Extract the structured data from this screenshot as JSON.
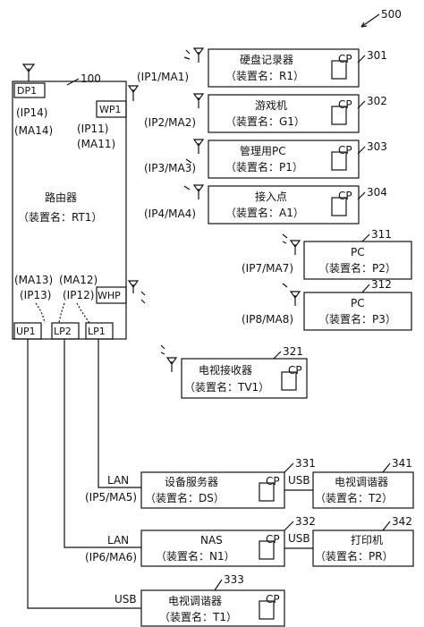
{
  "figure_number": "500",
  "router": {
    "ref": "100",
    "name": "路由器",
    "device_name": "（装置名：RT1）",
    "port_dp": "DP1",
    "port_wp": "WP1",
    "port_whp": "WHP",
    "ports_bottom": [
      "UP1",
      "LP2",
      "LP1"
    ],
    "ip14": "(IP14)",
    "ma14": "(MA14)",
    "ip11": "(IP11)",
    "ma11": "(MA11)",
    "ma13": "(MA13)",
    "ip13": "(IP13)",
    "ma12": "(MA12)",
    "ip12": "(IP12)"
  },
  "cp_label": "CP",
  "wireless_devices": [
    {
      "ref": "301",
      "name": "硬盘记录器",
      "device_name": "（装置名：R1）",
      "addr": "(IP1/MA1)"
    },
    {
      "ref": "302",
      "name": "游戏机",
      "device_name": "（装置名：G1）",
      "addr": "(IP2/MA2)"
    },
    {
      "ref": "303",
      "name": "管理用PC",
      "device_name": "（装置名：P1）",
      "addr": "(IP3/MA3)"
    },
    {
      "ref": "304",
      "name": "接入点",
      "device_name": "（装置名：A1）",
      "addr": "(IP4/MA4)"
    },
    {
      "ref": "311",
      "name": "PC",
      "device_name": "（装置名：P2）",
      "addr": "(IP7/MA7)"
    },
    {
      "ref": "312",
      "name": "PC",
      "device_name": "（装置名：P3）",
      "addr": "(IP8/MA8)"
    }
  ],
  "tv_receiver": {
    "ref": "321",
    "name": "电视接收器",
    "device_name": "（装置名：TV1）"
  },
  "wired_devices": [
    {
      "ref": "331",
      "name": "设备服务器",
      "device_name": "（装置名：DS）",
      "link": "LAN",
      "addr": "(IP5/MA5)"
    },
    {
      "ref": "332",
      "name": "NAS",
      "device_name": "（装置名：N1）",
      "link": "LAN",
      "addr": "(IP6/MA6)"
    },
    {
      "ref": "333",
      "name": "电视调谐器",
      "device_name": "（装置名：T1）",
      "link": "USB",
      "addr": ""
    }
  ],
  "usb_devices": [
    {
      "ref": "341",
      "name": "电视调谐器",
      "device_name": "（装置名：T2）",
      "link": "USB"
    },
    {
      "ref": "342",
      "name": "打印机",
      "device_name": "（装置名：PR）",
      "link": "USB"
    }
  ]
}
